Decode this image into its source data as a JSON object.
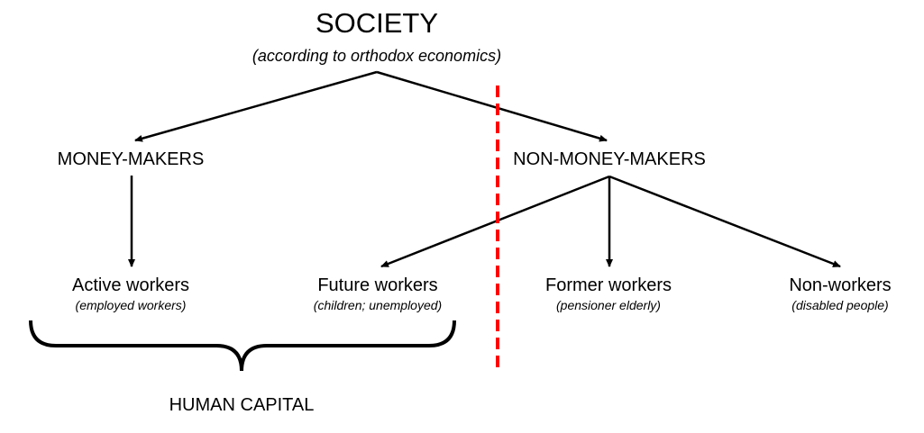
{
  "title": "SOCIETY",
  "subtitle": "(according to orthodox economics)",
  "nodes": {
    "money_makers": "MONEY-MAKERS",
    "non_money_makers": "NON-MONEY-MAKERS"
  },
  "leaves": [
    {
      "label": "Active workers",
      "note": "(employed workers)"
    },
    {
      "label": "Future workers",
      "note": "(children; unemployed)"
    },
    {
      "label": "Former workers",
      "note": "(pensioner elderly)"
    },
    {
      "label": "Non-workers",
      "note": "(disabled people)"
    }
  ],
  "brace_label": "HUMAN CAPITAL",
  "colors": {
    "divider": "#ff0000",
    "lines": "#000000"
  }
}
